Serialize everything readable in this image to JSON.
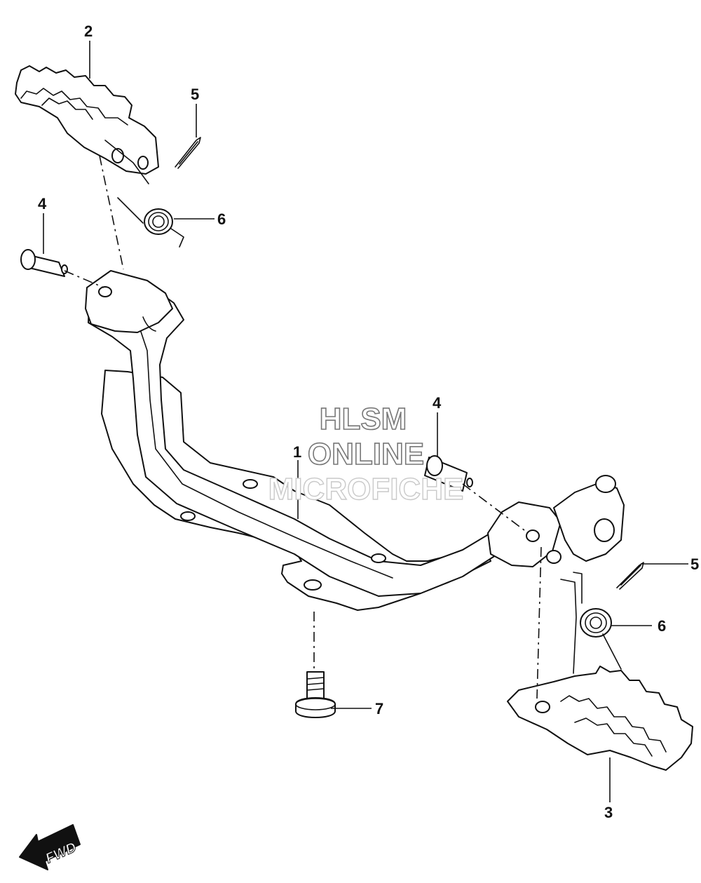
{
  "callouts": [
    {
      "id": "c1",
      "label": "1"
    },
    {
      "id": "c2",
      "label": "2"
    },
    {
      "id": "c3",
      "label": "3"
    },
    {
      "id": "c4a",
      "label": "4"
    },
    {
      "id": "c4b",
      "label": "4"
    },
    {
      "id": "c5a",
      "label": "5"
    },
    {
      "id": "c5b",
      "label": "5"
    },
    {
      "id": "c6a",
      "label": "6"
    },
    {
      "id": "c6b",
      "label": "6"
    },
    {
      "id": "c7",
      "label": "7"
    }
  ],
  "watermark": {
    "line1": "HLSM",
    "line2": "ONLINE",
    "line3": "MICROFICHE"
  },
  "fwd_label": "FWD"
}
